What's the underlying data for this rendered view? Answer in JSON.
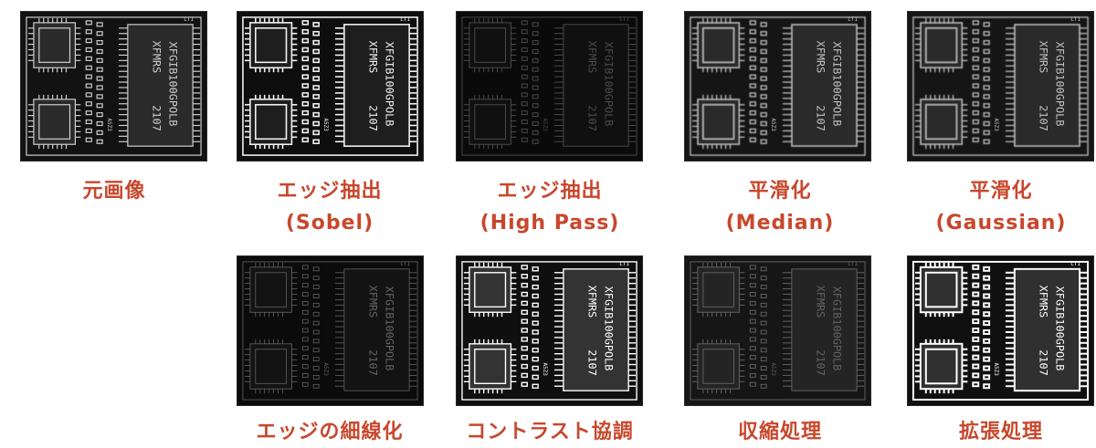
{
  "accent_color": "#c8472c",
  "items": [
    {
      "id": "original",
      "line1": "元画像",
      "line2": "",
      "variant": "original"
    },
    {
      "id": "edge-sobel",
      "line1": "エッジ抽出",
      "line2": "(Sobel)",
      "variant": "edge"
    },
    {
      "id": "edge-highpass",
      "line1": "エッジ抽出",
      "line2": "(High Pass)",
      "variant": "dark"
    },
    {
      "id": "smooth-median",
      "line1": "平滑化",
      "line2": "(Median)",
      "variant": "smooth"
    },
    {
      "id": "smooth-gaussian",
      "line1": "平滑化",
      "line2": "(Gaussian)",
      "variant": "smooth"
    },
    {
      "id": "thinning",
      "line1": "エッジの細線化",
      "line2": "",
      "variant": "thin"
    },
    {
      "id": "contrast",
      "line1": "コントラスト協調",
      "line2": "",
      "variant": "contrast"
    },
    {
      "id": "erosion",
      "line1": "収縮処理",
      "line2": "",
      "variant": "erode"
    },
    {
      "id": "dilation",
      "line1": "拡張処理",
      "line2": "",
      "variant": "dilate"
    }
  ],
  "board_text": {
    "chip_line1": "XFMRS",
    "chip_line2": "2107",
    "chip_line3": "XFGIB100GPOLB",
    "small_label": "A5Z3",
    "corner_label": "LT1"
  }
}
